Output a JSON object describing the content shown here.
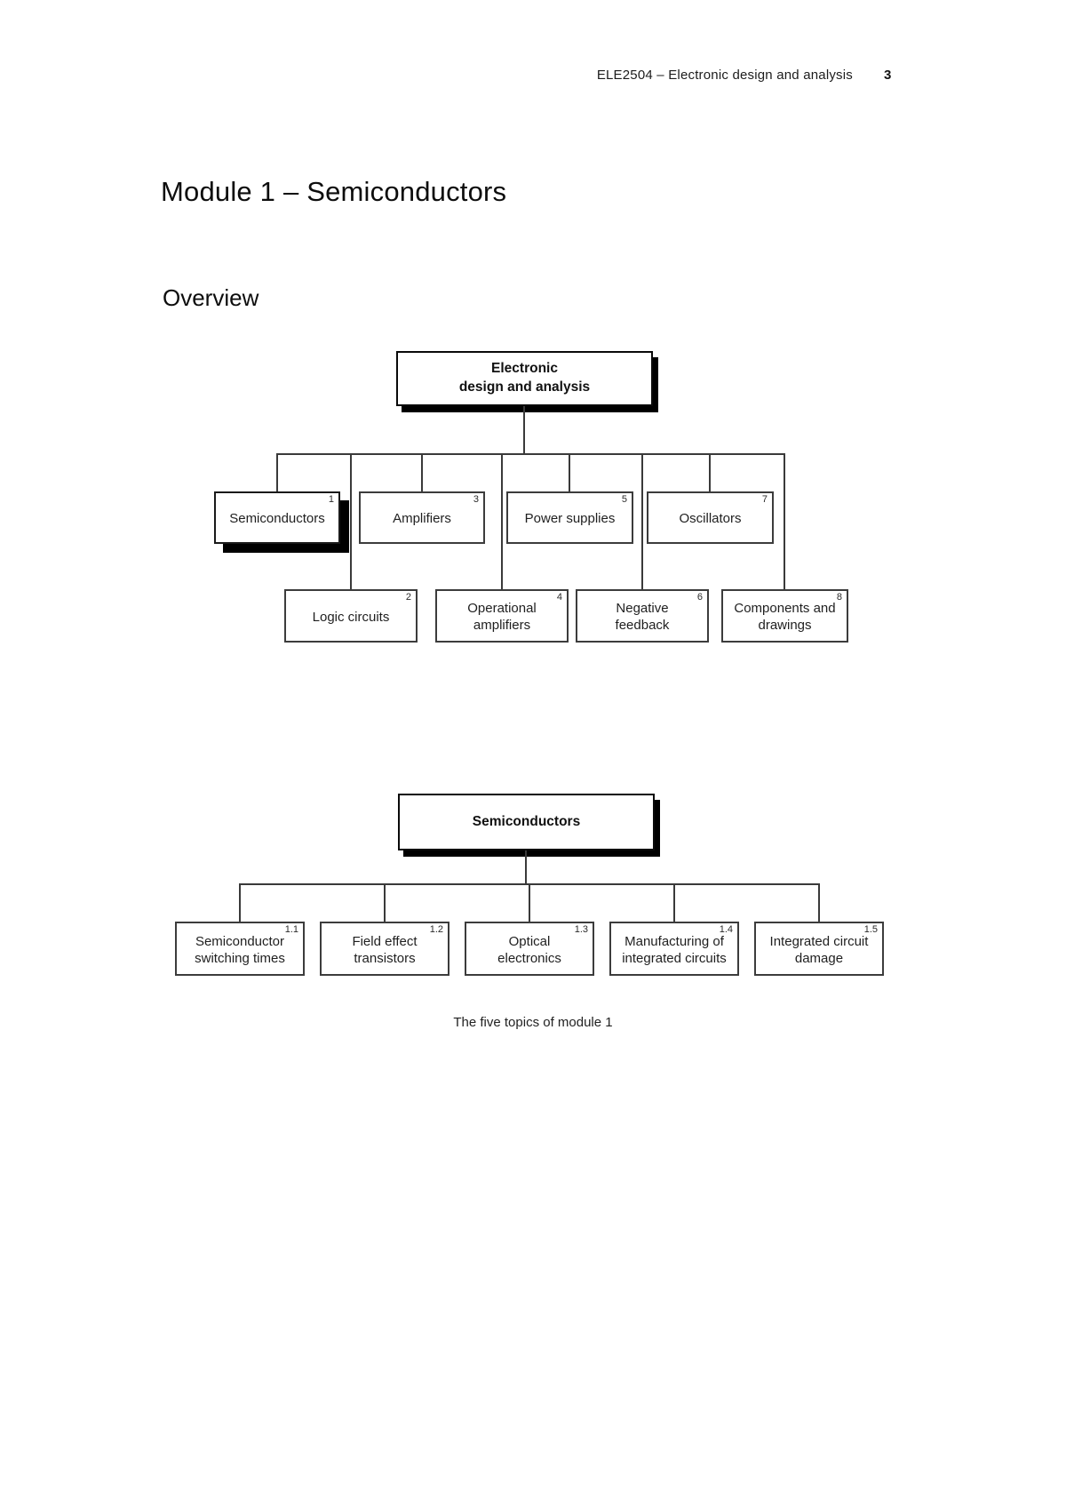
{
  "header": {
    "course": "ELE2504 – Electronic design and analysis",
    "page": "3"
  },
  "module_title": "Module 1 – Semiconductors",
  "section_heading": "Overview",
  "diagram1": {
    "root": "Electronic\ndesign and analysis",
    "row1": [
      {
        "number": "1",
        "label": "Semiconductors"
      },
      {
        "number": "3",
        "label": "Amplifiers"
      },
      {
        "number": "5",
        "label": "Power supplies"
      },
      {
        "number": "7",
        "label": "Oscillators"
      }
    ],
    "row2": [
      {
        "number": "2",
        "label": "Logic circuits"
      },
      {
        "number": "4",
        "label": "Operational\namplifiers"
      },
      {
        "number": "6",
        "label": "Negative\nfeedback"
      },
      {
        "number": "8",
        "label": "Components and\ndrawings"
      }
    ]
  },
  "diagram2": {
    "root": "Semiconductors",
    "children": [
      {
        "number": "1.1",
        "label": "Semiconductor\nswitching times"
      },
      {
        "number": "1.2",
        "label": "Field effect\ntransistors"
      },
      {
        "number": "1.3",
        "label": "Optical\nelectronics"
      },
      {
        "number": "1.4",
        "label": "Manufacturing of\nintegrated circuits"
      },
      {
        "number": "1.5",
        "label": "Integrated circuit\ndamage"
      }
    ],
    "caption": "The five topics of module 1"
  },
  "colors": {
    "ink": "#1f1f1f",
    "line": "#3a3a3a",
    "box_border": "#3c3c3c",
    "shadow": "#000000"
  }
}
